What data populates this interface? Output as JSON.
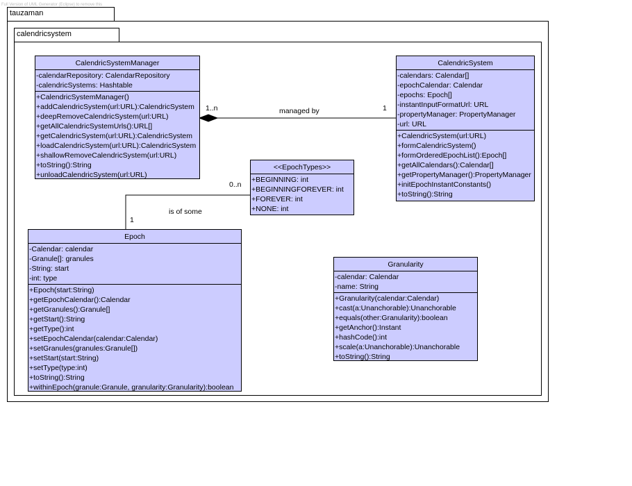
{
  "watermark": "Full Version of UML Generator (Eclipse) to remove this",
  "packages": {
    "outer": "tauzaman",
    "inner": "calendricsystem"
  },
  "classes": {
    "manager": {
      "name": "CalendricSystemManager",
      "attributes": [
        "-calendarRepository: CalendarRepository",
        "-calendricSystems: Hashtable"
      ],
      "operations": [
        "+CalendricSystemManager()",
        "+addCalendricSystem(url:URL):CalendricSystem",
        "+deepRemoveCalendricSystem(url:URL)",
        "+getAllCalendricSystemUrls():URL[]",
        "+getCalendricSystem(url:URL):CalendricSystem",
        "+loadCalendricSystem(url:URL):CalendricSystem",
        "+shallowRemoveCalendricSystem(url:URL)",
        "+toString():String",
        "+unloadCalendricSystem(url:URL)"
      ]
    },
    "system": {
      "name": "CalendricSystem",
      "attributes": [
        "-calendars: Calendar[]",
        "-epochCalendar: Calendar",
        "-epochs: Epoch[]",
        "-instantInputFormatUrl: URL",
        "-propertyManager: PropertyManager",
        "-url: URL"
      ],
      "operations": [
        "+CalendricSystem(url:URL)",
        "+formCalendricSystem()",
        "+formOrderedEpochList():Epoch[]",
        "+getAllCalendars():Calendar[]",
        "+getPropertyManager():PropertyManager",
        "+initEpochInstantConstants()",
        "+toString():String"
      ]
    },
    "epochTypes": {
      "name": "<<EpochTypes>>",
      "attributes": [
        "+BEGINNING: int",
        "+BEGINNINGFOREVER: int",
        "+FOREVER: int",
        "+NONE: int"
      ]
    },
    "epoch": {
      "name": "Epoch",
      "attributes": [
        "-Calendar: calendar",
        "-Granule[]: granules",
        "-String: start",
        "-int: type"
      ],
      "operations": [
        "+Epoch(start:String)",
        "+getEpochCalendar():Calendar",
        "+getGranules():Granule[]",
        "+getStart():String",
        "+getType():int",
        "+setEpochCalendar(calendar:Calendar)",
        "+setGranules(granules:Granule[])",
        "+setStart(start:String)",
        "+setType(type:int)",
        "+toString():String",
        "+withinEpoch(granule:Granule, granularity:Granularity):boolean"
      ]
    },
    "granularity": {
      "name": "Granularity",
      "attributes": [
        "-calendar: Calendar",
        "-name: String"
      ],
      "operations": [
        "+Granularity(calendar:Calendar)",
        "+cast(a:Unanchorable):Unanchorable",
        "+equals(other:Granularity):boolean",
        "+getAnchor():Instant",
        "+hashCode():int",
        "+scale(a:Unanchorable):Unanchorable",
        "+toString():String"
      ]
    }
  },
  "associations": {
    "managedBy": {
      "label": "managed by",
      "sourceMult": "1..n",
      "targetMult": "1"
    },
    "isOfSome": {
      "label": "is of some",
      "sourceMult": "0..n",
      "targetMult": "1"
    }
  },
  "colors": {
    "classFill": "#ccccff",
    "line": "#000000"
  }
}
